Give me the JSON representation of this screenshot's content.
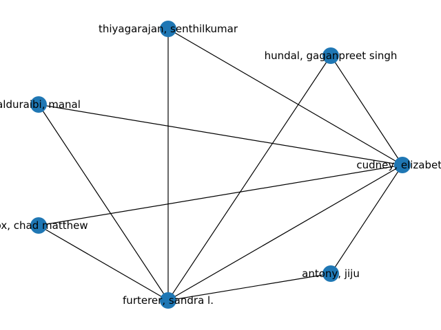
{
  "graph": {
    "node_color": "#1f77b4",
    "edge_color": "#000000",
    "nodes": [
      {
        "id": "thiyagarajan",
        "label": "thiyagarajan, senthilkumar"
      },
      {
        "id": "hundal",
        "label": "hundal, gaganpreet singh"
      },
      {
        "id": "alduraibi",
        "label": "alduraibi, manal"
      },
      {
        "id": "cudney",
        "label": "cudney, elizabeth"
      },
      {
        "id": "chad",
        "label": "cox, chad matthew"
      },
      {
        "id": "antony",
        "label": "antony, jiju"
      },
      {
        "id": "furterer",
        "label": "furterer, sandra l."
      }
    ],
    "edges": [
      [
        "thiyagarajan",
        "cudney"
      ],
      [
        "thiyagarajan",
        "furterer"
      ],
      [
        "hundal",
        "cudney"
      ],
      [
        "hundal",
        "furterer"
      ],
      [
        "alduraibi",
        "cudney"
      ],
      [
        "alduraibi",
        "furterer"
      ],
      [
        "chad",
        "cudney"
      ],
      [
        "chad",
        "furterer"
      ],
      [
        "cudney",
        "furterer"
      ],
      [
        "cudney",
        "antony"
      ],
      [
        "antony",
        "furterer"
      ]
    ]
  }
}
